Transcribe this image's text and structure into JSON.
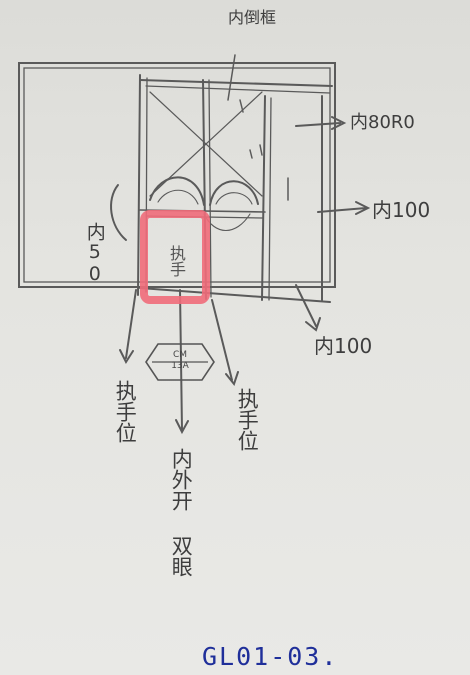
{
  "labels": {
    "top": "内倒框",
    "right_top": "内80R0",
    "right_mid": "内100",
    "right_bottom": "内100",
    "left": "内50",
    "handle_mark": "执手",
    "left_column": "执手位",
    "center_column": "内外开 双眼",
    "right_column": "执手位",
    "sheet_code": "GL01-03."
  },
  "badge": {
    "line1": "CM",
    "line2": "13A"
  },
  "colors": {
    "highlight": "#f06c7a",
    "pencil": "#3e3e3e",
    "ink": "#1f2f9a"
  }
}
